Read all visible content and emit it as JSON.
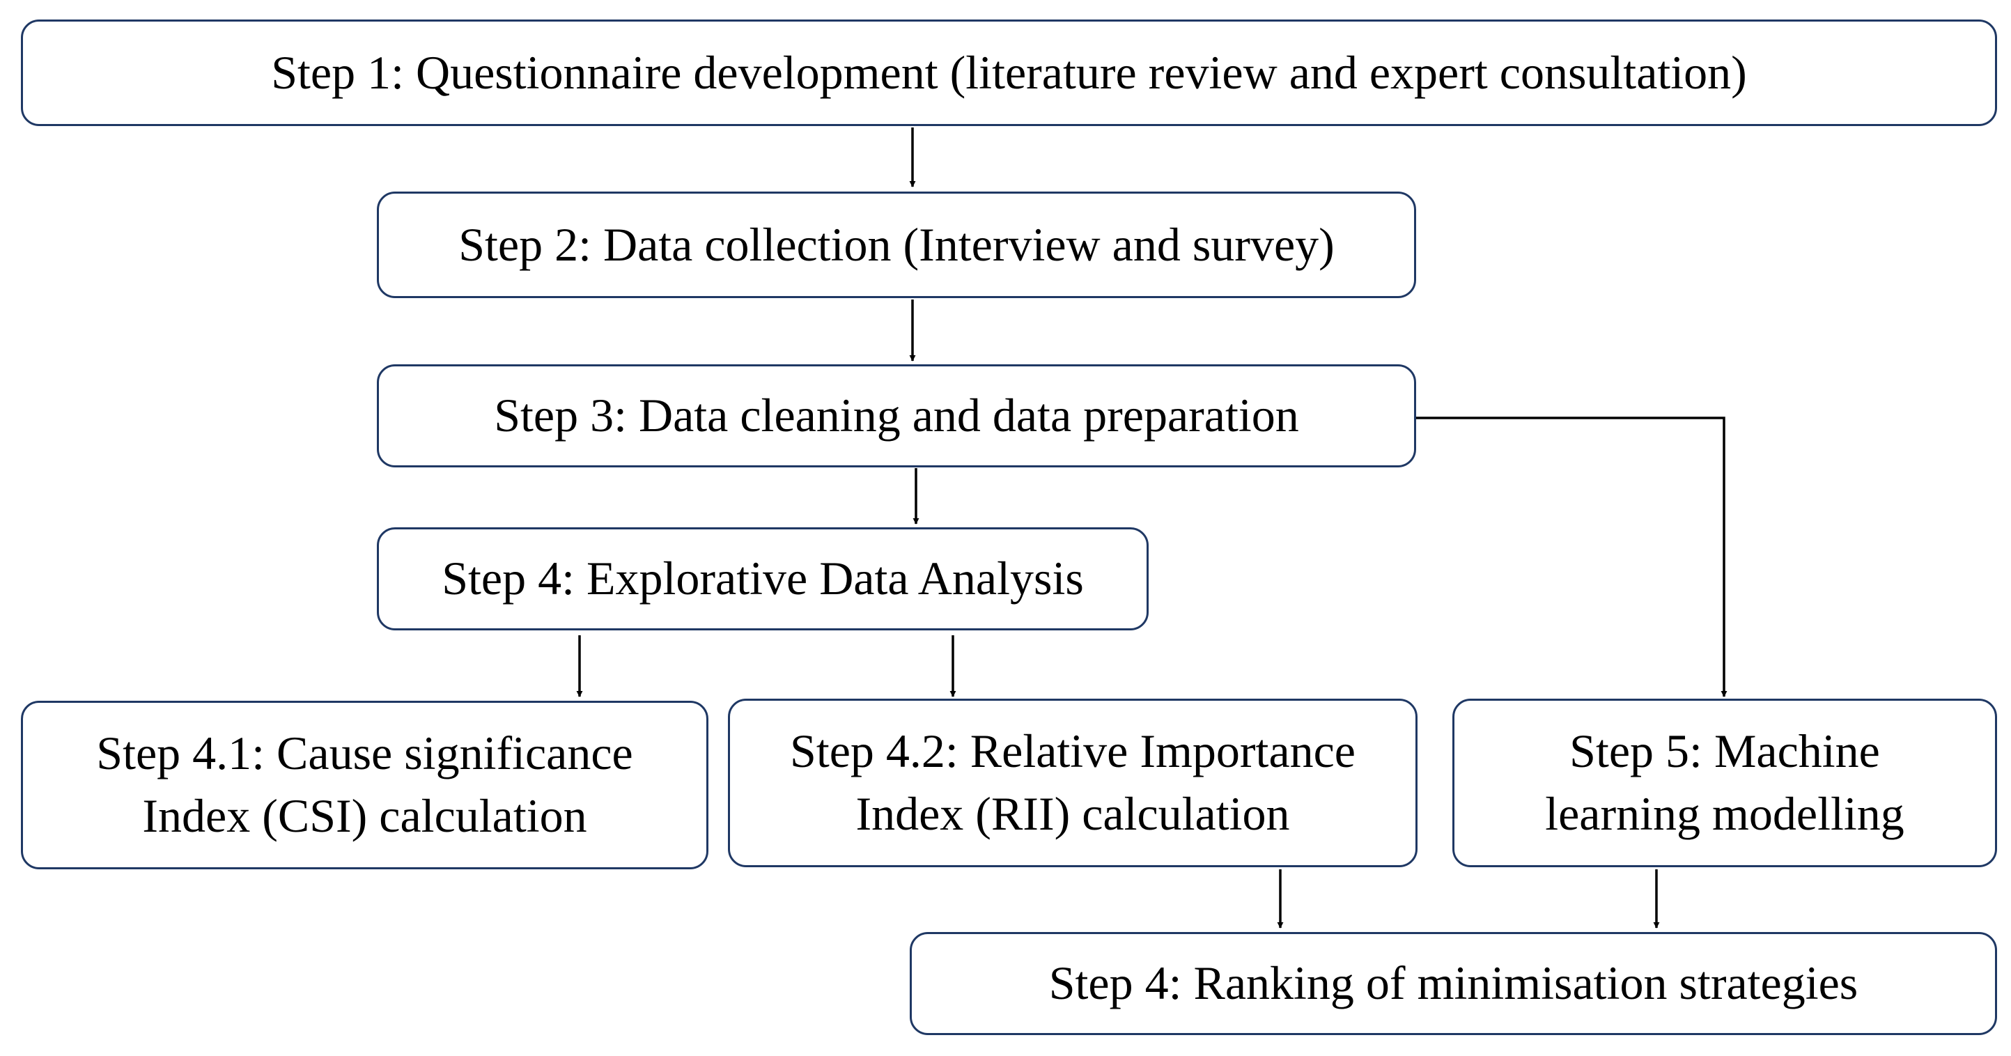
{
  "steps": {
    "step1": {
      "label": "Step 1: Questionnaire development (literature review and expert consultation)"
    },
    "step2": {
      "label": "Step 2: Data collection (Interview and survey)"
    },
    "step3": {
      "label": "Step 3: Data cleaning and data preparation"
    },
    "step4": {
      "label": "Step 4: Explorative Data Analysis"
    },
    "step4_1": {
      "line1": "Step 4.1: Cause significance",
      "line2": "Index (CSI) calculation"
    },
    "step4_2": {
      "line1": "Step 4.2: Relative Importance",
      "line2": "Index (RII) calculation"
    },
    "step5": {
      "line1": "Step 5: Machine",
      "line2": "learning modelling"
    },
    "step_ranking": {
      "label": "Step 4: Ranking of minimisation strategies"
    }
  },
  "colors": {
    "box_border": "#1f3864",
    "arrow": "#000000",
    "text": "#000000"
  }
}
